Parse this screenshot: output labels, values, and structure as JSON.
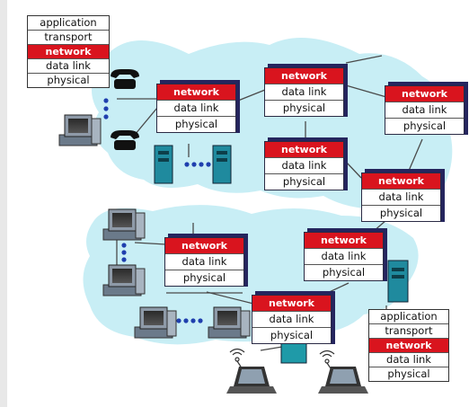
{
  "colors": {
    "network_fill": "#d9141e",
    "network_text": "#ffffff",
    "cloud": "#c8eef5",
    "link": "#4a4a4a",
    "box_shadow": "#25255e",
    "dots": "#1f3fae"
  },
  "labels": {
    "application": "application",
    "transport": "transport",
    "network": "network",
    "data_link": "data link",
    "physical": "physical"
  },
  "stacks": {
    "host_top_left": {
      "type": "host",
      "layers": [
        "application",
        "transport",
        "network",
        "data link",
        "physical"
      ]
    },
    "host_bottom_right": {
      "type": "host",
      "layers": [
        "application",
        "transport",
        "network",
        "data link",
        "physical"
      ]
    },
    "router_1": {
      "type": "router",
      "layers": [
        "network",
        "data link",
        "physical"
      ]
    },
    "router_2": {
      "type": "router",
      "layers": [
        "network",
        "data link",
        "physical"
      ]
    },
    "router_3": {
      "type": "router",
      "layers": [
        "network",
        "data link",
        "physical"
      ]
    },
    "router_4": {
      "type": "router",
      "layers": [
        "network",
        "data link",
        "physical"
      ]
    },
    "router_5": {
      "type": "router",
      "layers": [
        "network",
        "data link",
        "physical"
      ]
    },
    "router_6": {
      "type": "router",
      "layers": [
        "network",
        "data link",
        "physical"
      ]
    },
    "router_7": {
      "type": "router",
      "layers": [
        "network",
        "data link",
        "physical"
      ]
    },
    "router_8": {
      "type": "router",
      "layers": [
        "network",
        "data link",
        "physical"
      ]
    }
  },
  "icons": [
    "telephone-icon",
    "workstation-icon",
    "server-icon",
    "laptop-icon",
    "wireless-icon"
  ]
}
